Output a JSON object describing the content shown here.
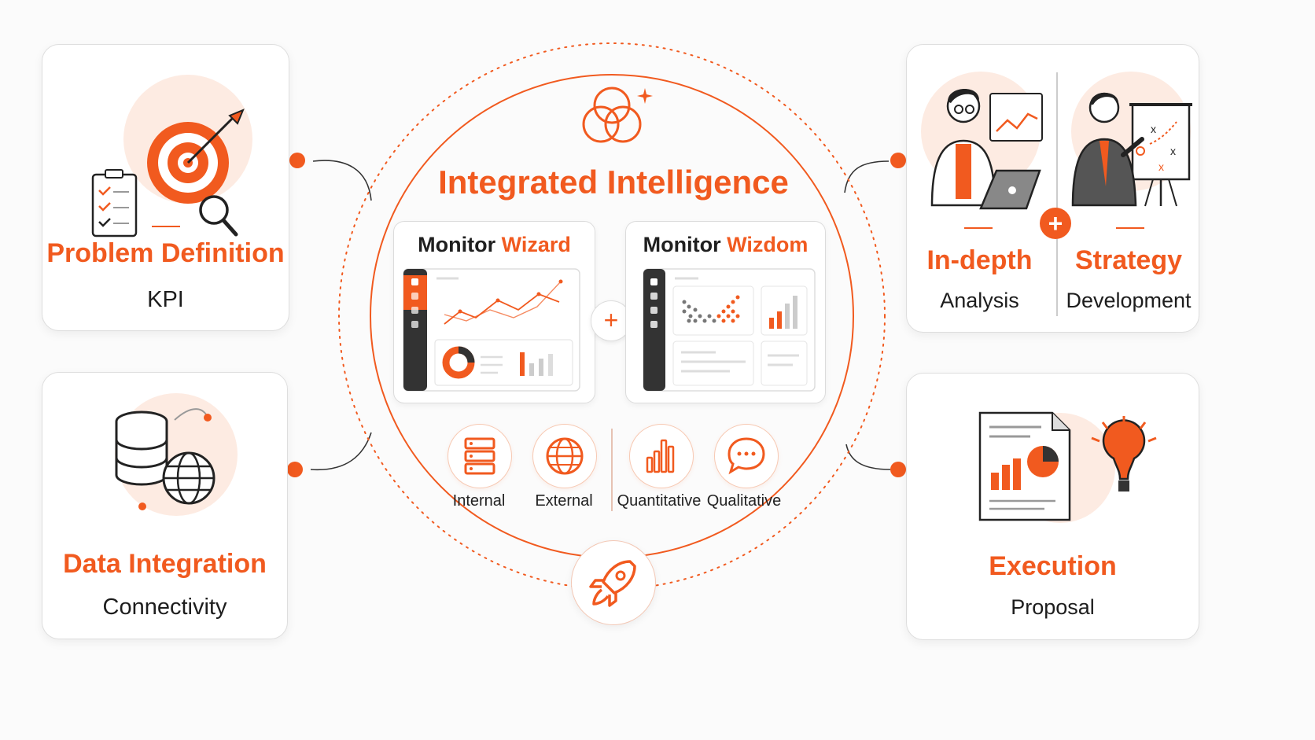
{
  "center": {
    "title": "Integrated Intelligence",
    "wizard": {
      "prefix": "Monitor",
      "accent": "Wizard"
    },
    "wizdom": {
      "prefix": "Monitor",
      "accent": "Wizdom"
    },
    "plus": "+",
    "sources": [
      {
        "label": "Internal",
        "icon": "server-icon"
      },
      {
        "label": "External",
        "icon": "globe-icon"
      },
      {
        "label": "Quantitative",
        "icon": "bar-chart-icon"
      },
      {
        "label": "Qualitative",
        "icon": "chat-bubble-icon"
      }
    ]
  },
  "cards": {
    "problem": {
      "title": "Problem Definition",
      "sub": "KPI"
    },
    "data": {
      "title": "Data Integration",
      "sub": "Connectivity"
    },
    "analysis": {
      "title": "In-depth",
      "sub": "Analysis"
    },
    "strategy": {
      "title": "Strategy",
      "sub": "Development"
    },
    "execution": {
      "title": "Execution",
      "sub": "Proposal"
    },
    "plus": "+"
  },
  "colors": {
    "accent": "#f15a1f",
    "accent_light": "#fdebe2",
    "dark": "#333333"
  }
}
